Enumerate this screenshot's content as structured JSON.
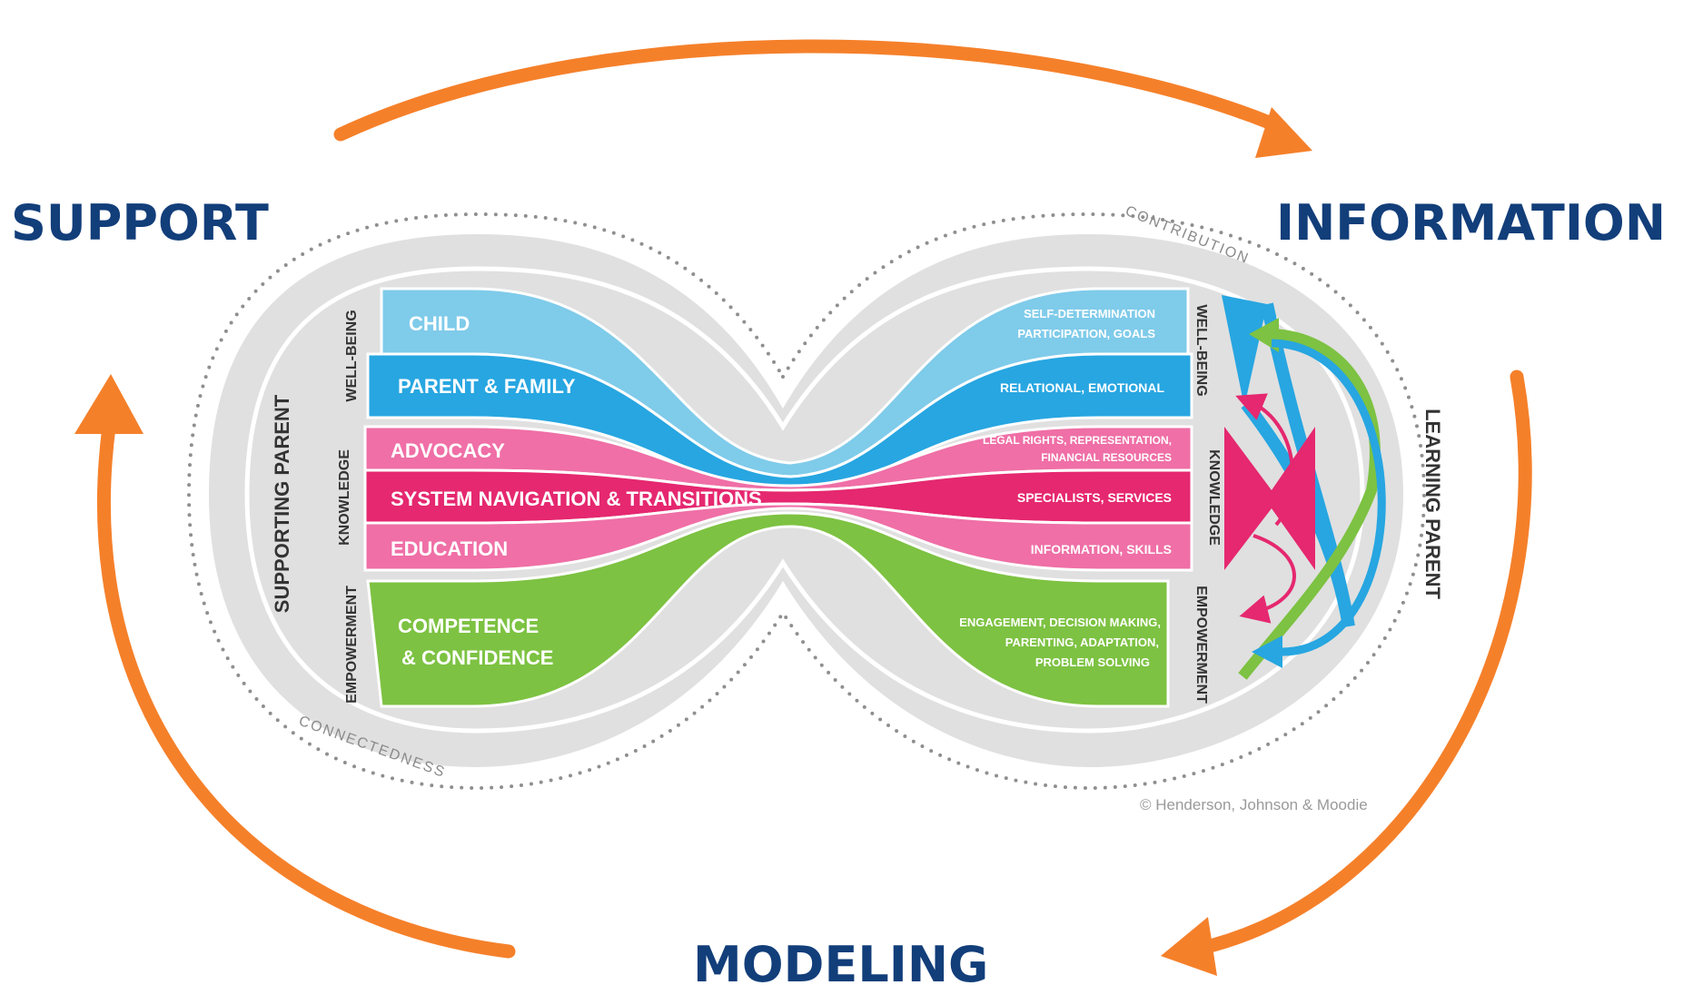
{
  "corners": {
    "support": "SUPPORT",
    "information": "INFORMATION",
    "modeling": "MODELING"
  },
  "left_side": {
    "title": "SUPPORTING PARENT",
    "categories": {
      "wellbeing": "WELL-BEING",
      "knowledge": "KNOWLEDGE",
      "empowerment": "EMPOWERMENT"
    },
    "bands": {
      "child": "CHILD",
      "parent_family": "PARENT & FAMILY",
      "advocacy": "ADVOCACY",
      "system_navigation": "SYSTEM NAVIGATION & TRANSITIONS",
      "education": "EDUCATION",
      "competence_line1": "COMPETENCE",
      "competence_line2": "& CONFIDENCE"
    }
  },
  "right_side": {
    "title": "LEARNING PARENT",
    "categories": {
      "wellbeing": "WELL-BEING",
      "knowledge": "KNOWLEDGE",
      "empowerment": "EMPOWERMENT"
    },
    "bands": {
      "self_determination_line1": "SELF-DETERMINATION",
      "self_determination_line2": "PARTICIPATION, GOALS",
      "relational": "RELATIONAL, EMOTIONAL",
      "legal_line1": "LEGAL RIGHTS, REPRESENTATION,",
      "legal_line2": "FINANCIAL RESOURCES",
      "specialists": "SPECIALISTS, SERVICES",
      "information_skills": "INFORMATION, SKILLS",
      "engagement_line1": "ENGAGEMENT, DECISION MAKING,",
      "engagement_line2": "PARENTING, ADAPTATION,",
      "engagement_line3": "PROBLEM SOLVING"
    }
  },
  "ring_labels": {
    "contribution": "CONTRIBUTION",
    "connectedness": "CONNECTEDNESS"
  },
  "copyright": "© Henderson, Johnson & Moodie",
  "colors": {
    "orange": "#f5802a",
    "navy": "#123e7a",
    "light_blue": "#7fcbea",
    "blue": "#27a6e1",
    "pink_light": "#ef6fa6",
    "pink": "#e5286f",
    "green": "#7dc242",
    "gray_ring": "#e0e0e0"
  }
}
